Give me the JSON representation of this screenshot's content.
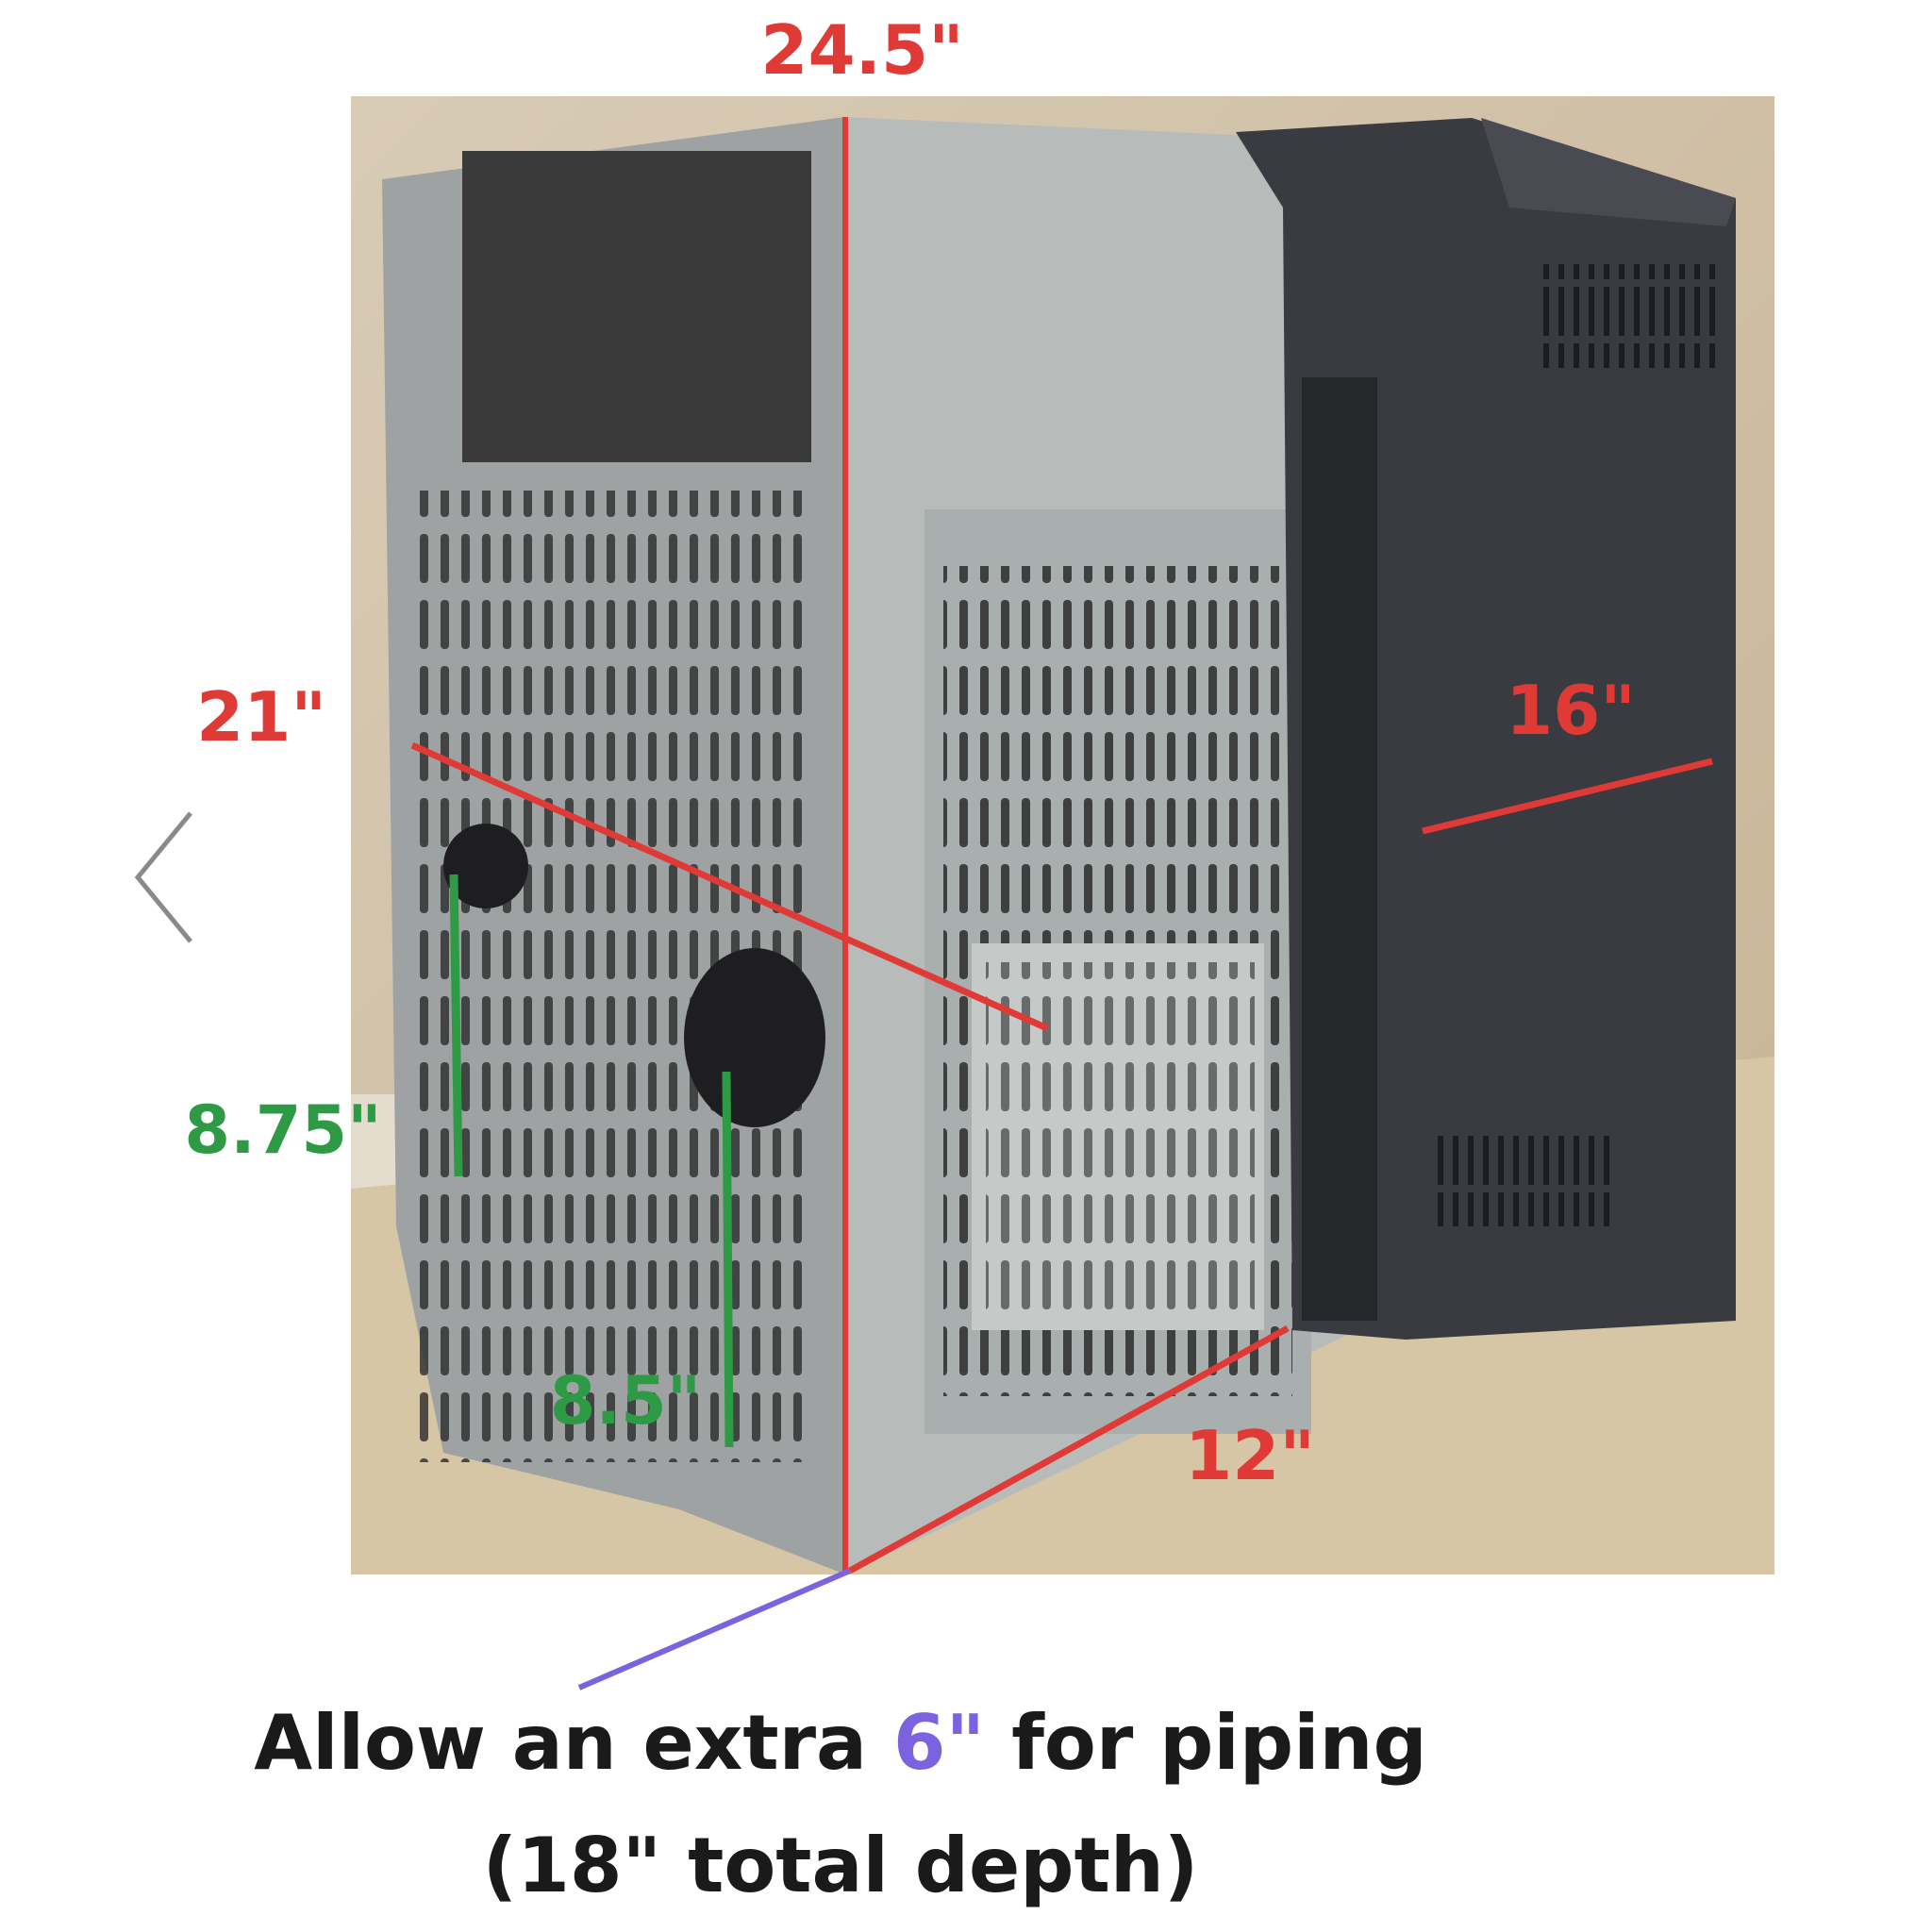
{
  "annotations": {
    "height": "24.5\"",
    "width": "21\"",
    "stove_depth": "16\"",
    "depth": "12\"",
    "pipe_height_left": "8.75\"",
    "pipe_height_right": "8.5\"",
    "note_before": "Allow an extra ",
    "note_highlight": "6\"",
    "note_after": " for piping",
    "note_line2": "(18\" total depth)"
  },
  "colors": {
    "dimension_red": "#e03a37",
    "pipe_green": "#2f9a45",
    "note_purple": "#7b63e0"
  },
  "carousel": {
    "prev_icon": "chevron-left-icon"
  }
}
